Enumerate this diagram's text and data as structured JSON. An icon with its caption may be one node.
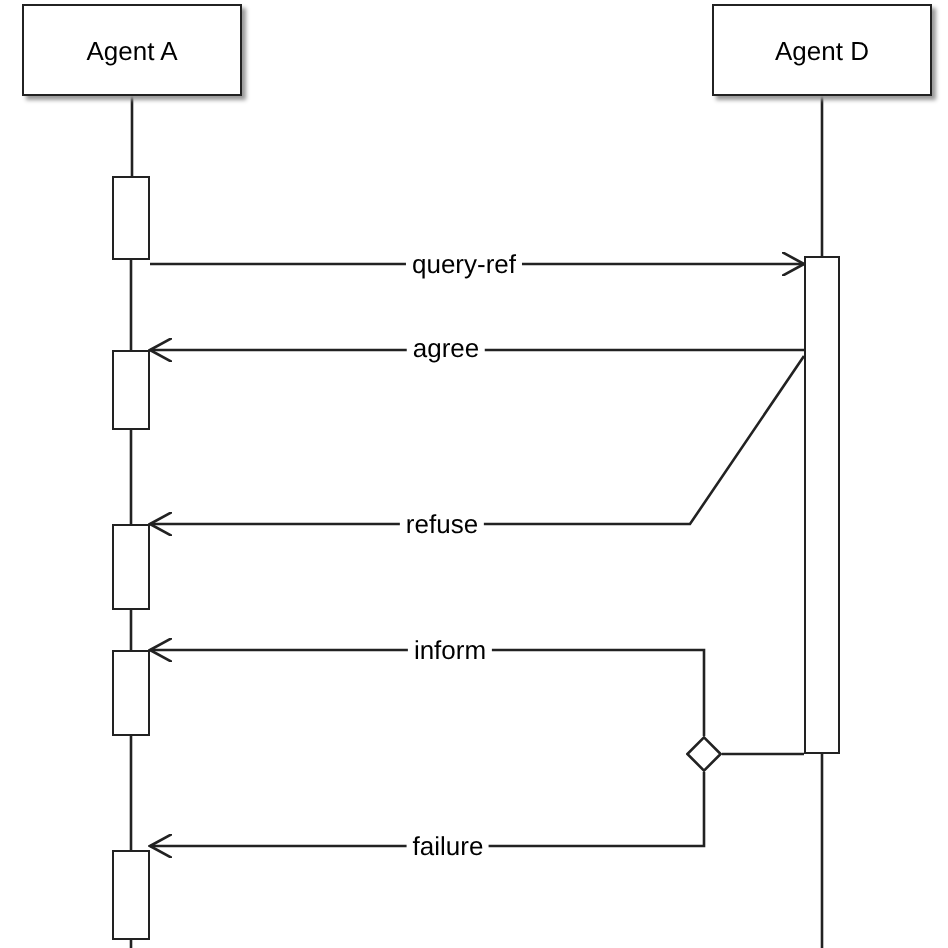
{
  "diagram": {
    "nodes": [
      {
        "text": [
          "Agent A"
        ]
      },
      {
        "text": [
          "Agent D"
        ]
      },
      {
        "text": [],
        "shape": "bar"
      },
      {
        "text": [],
        "shape": "bar"
      },
      {
        "text": [],
        "shape": "bar"
      },
      {
        "text": [],
        "shape": "bar"
      },
      {
        "text": [],
        "shape": "bar"
      },
      {
        "text": [],
        "shape": "bar"
      },
      {
        "text": [],
        "shape": "diamond"
      }
    ],
    "edges": [
      {
        "from": 2,
        "to": 7,
        "arrow": "to",
        "label": "query-ref"
      },
      {
        "from": 7,
        "to": 3,
        "arrow": "to",
        "label": "agree"
      },
      {
        "from": 7,
        "to": 4,
        "arrow": "to",
        "label": "refuse"
      },
      {
        "from": 7,
        "to": 8,
        "arrow": "none"
      },
      {
        "from": 8,
        "to": 5,
        "arrow": "to",
        "label": "inform"
      },
      {
        "from": 8,
        "to": 6,
        "arrow": "to",
        "label": "failure"
      },
      {
        "from": 0,
        "to": 2,
        "arrow": "none"
      },
      {
        "from": 2,
        "to": 3,
        "arrow": "none"
      },
      {
        "from": 3,
        "to": 4,
        "arrow": "none"
      },
      {
        "from": 4,
        "to": 5,
        "arrow": "none"
      },
      {
        "from": 5,
        "to": 6,
        "arrow": "none"
      },
      {
        "from": 6,
        "to": null,
        "arrow": "none"
      },
      {
        "from": 1,
        "to": 7,
        "arrow": "none"
      },
      {
        "from": 7,
        "to": null,
        "arrow": "none"
      }
    ]
  }
}
